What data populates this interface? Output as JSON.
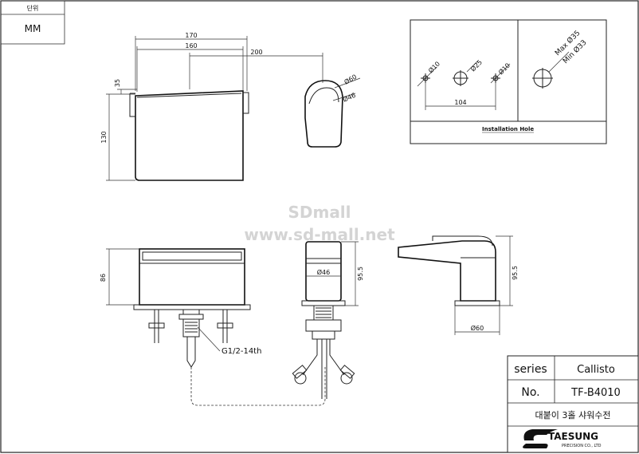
{
  "unit_box": {
    "label": "단위",
    "value": "MM"
  },
  "top_view": {
    "dim_170": "170",
    "dim_160": "160",
    "dim_200": "200",
    "dim_35": "35",
    "dim_130": "130",
    "dia_60": "Ø60",
    "dia_46": "Ø46"
  },
  "installation": {
    "dia_10_left": "Ø10",
    "dia_25": "Ø25",
    "dia_10_right": "Ø10",
    "spacing_104": "104",
    "max_35": "Max Ø35",
    "min_33": "Min Ø33",
    "caption": "Installation Hole"
  },
  "watermark": {
    "line1": "SDmall",
    "line2": "www.sd-mall.net"
  },
  "front_view": {
    "dim_86": "86",
    "thread": "G1/2-14th"
  },
  "center_view": {
    "dia_46": "Ø46",
    "dim_95_5": "95.5"
  },
  "side_view": {
    "dim_95_5": "95.5",
    "dia_60": "Ø60"
  },
  "title_block": {
    "series_label": "series",
    "series_value": "Callisto",
    "no_label": "No.",
    "no_value": "TF-B4010",
    "description": "대붙이 3홀 샤워수전",
    "brand": "TAESUNG",
    "brand_sub": "PRECISION CO., LTD"
  }
}
